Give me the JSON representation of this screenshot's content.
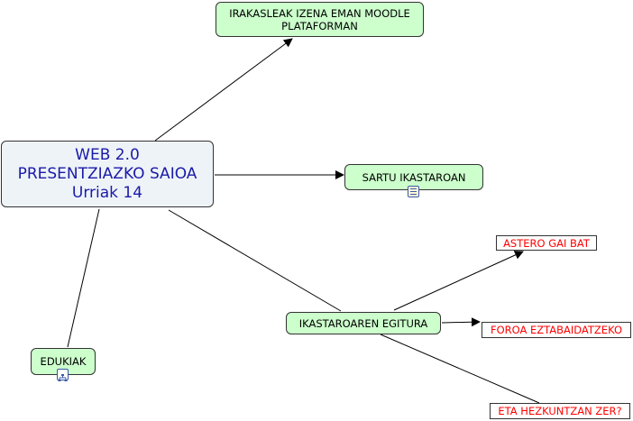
{
  "colors": {
    "node_fill": "#ccffcc",
    "main_fill": "#eef3f8",
    "main_text": "#1a1aa8",
    "highlight_text": "#ff0000",
    "line": "#000000"
  },
  "nodes": {
    "main": {
      "line1": "WEB 2.0",
      "line2": "PRESENTZIAZKO SAIOA",
      "line3": "Urriak 14"
    },
    "irakasleak": {
      "line1": "IRAKASLEAK IZENA EMAN MOODLE",
      "line2": "PLATAFORMAN"
    },
    "sartu": {
      "label": "SARTU IKASTAROAN",
      "icon": "document-icon"
    },
    "edukiak": {
      "label": "EDUKIAK",
      "icon": "sitemap-icon"
    },
    "egitura": {
      "label": "IKASTAROAREN EGITURA"
    },
    "astero": {
      "label": "ASTERO GAI BAT"
    },
    "foroa": {
      "label": "FOROA EZTABAIDATZEKO"
    },
    "eta": {
      "label": "ETA HEZKUNTZAN ZER?"
    }
  }
}
